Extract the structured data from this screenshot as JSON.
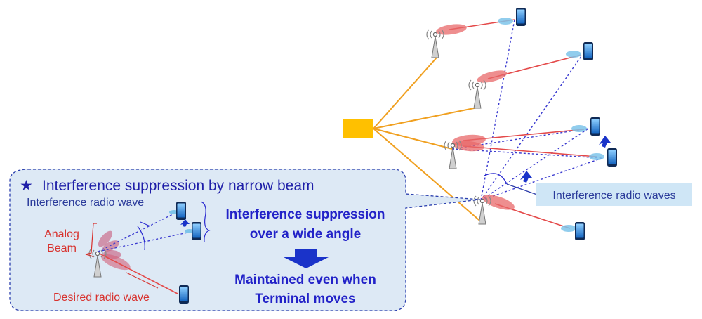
{
  "callout": {
    "title_star": "★",
    "title": "Interference suppression by narrow beam",
    "interference_label": "Interference radio wave",
    "analog_label_line1": "Analog",
    "analog_label_line2": "Beam",
    "desired_label": "Desired radio wave",
    "suppression_line1": "Interference suppression",
    "suppression_line2": "over a wide angle",
    "maintained_line1": "Maintained even when",
    "maintained_line2": "Terminal moves"
  },
  "network": {
    "interference_label": "Interference radio waves"
  },
  "colors": {
    "callout_fill": "#dde9f5",
    "callout_border": "#2b3fae",
    "controller": "#ffc000",
    "fiber": "#f0a020",
    "beam_red": "#e8686a",
    "beam_blue": "#7ec4ea",
    "desired_link": "#e44a4a",
    "interference_link": "#3a3ad0",
    "phone": "#1e88e5",
    "title_blue": "#1f1fa8"
  }
}
